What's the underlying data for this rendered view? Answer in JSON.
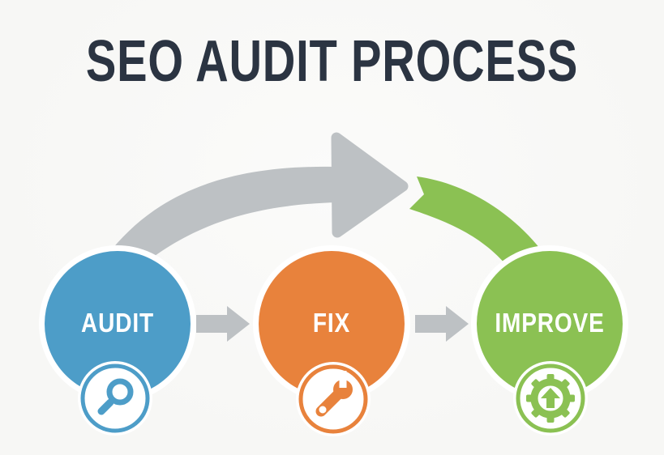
{
  "title": "SEO AUDIT PROCESS",
  "steps": [
    {
      "label": "AUDIT",
      "icon": "magnifier-icon",
      "color_key": "blue"
    },
    {
      "label": "FIX",
      "icon": "wrench-icon",
      "color_key": "orange"
    },
    {
      "label": "IMPROVE",
      "icon": "gear-up-arrow-icon",
      "color_key": "green"
    }
  ],
  "connectors": {
    "top_arc": "curved arrow from AUDIT over to IMPROVE, gray becoming green",
    "between_steps": "right-pointing gray arrows"
  },
  "colors": {
    "blue": "#4d9dc8",
    "orange": "#e8823c",
    "green": "#8bc153",
    "gray": "#bdc1c4",
    "title": "#2b3442",
    "bg": "#f7f7f5",
    "white": "#ffffff"
  }
}
